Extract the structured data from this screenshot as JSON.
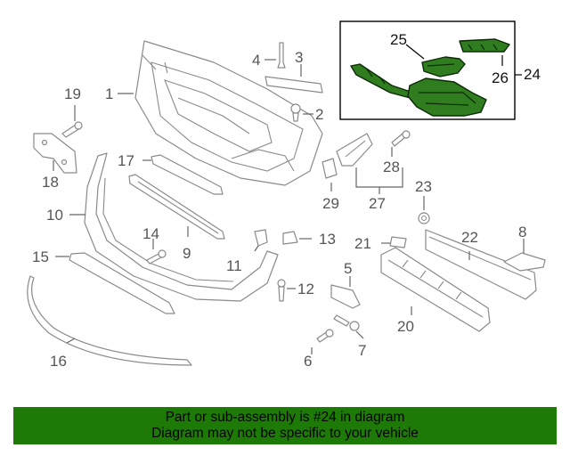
{
  "callouts": {
    "c1": "1",
    "c2": "2",
    "c3": "3",
    "c4": "4",
    "c5": "5",
    "c6": "6",
    "c7": "7",
    "c8": "8",
    "c9": "9",
    "c10": "10",
    "c11": "11",
    "c12": "12",
    "c13": "13",
    "c14": "14",
    "c15": "15",
    "c16": "16",
    "c17": "17",
    "c18": "18",
    "c19": "19",
    "c20": "20",
    "c21": "21",
    "c22": "22",
    "c23": "23",
    "c24": "24",
    "c25": "25",
    "c26": "26",
    "c27": "27",
    "c28": "28",
    "c29": "29"
  },
  "highlight_color": "#2f7d1f",
  "footer": {
    "line1": "Part or sub-assembly is #24 in diagram",
    "line2": "Diagram may not be specific to your vehicle",
    "background": "#1e7a06"
  }
}
